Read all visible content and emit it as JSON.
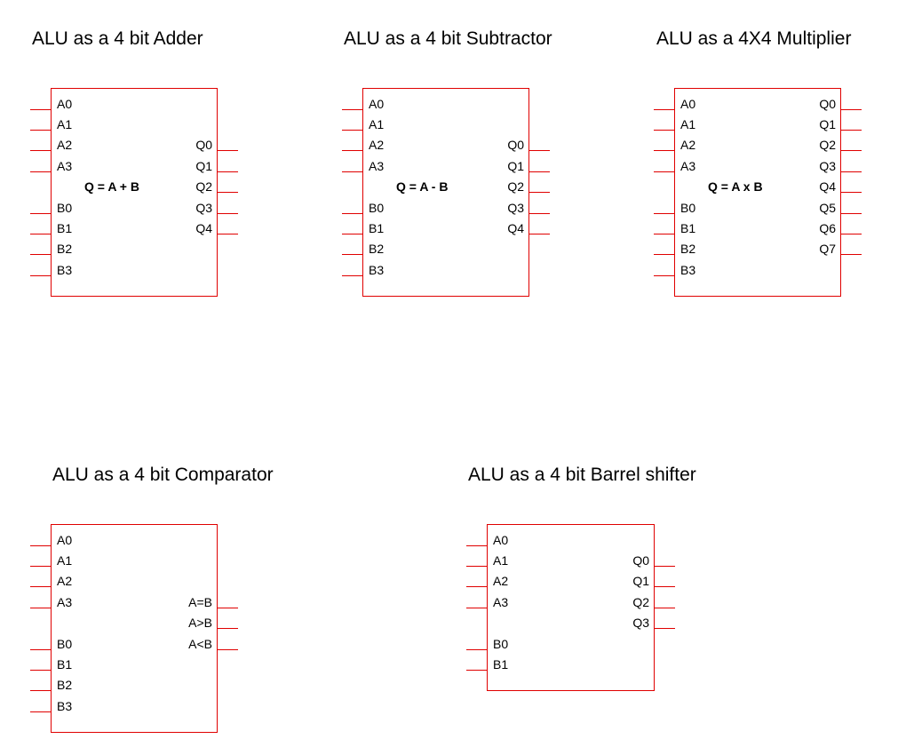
{
  "diagram": {
    "pin_color": "#e00000",
    "blocks": [
      {
        "id": "adder",
        "title": "ALU as a 4 bit Adder",
        "function": "Q = A + B",
        "inputs": [
          {
            "label": "A0",
            "slot": 0
          },
          {
            "label": "A1",
            "slot": 1
          },
          {
            "label": "A2",
            "slot": 2
          },
          {
            "label": "A3",
            "slot": 3
          },
          {
            "label": "B0",
            "slot": 5
          },
          {
            "label": "B1",
            "slot": 6
          },
          {
            "label": "B2",
            "slot": 7
          },
          {
            "label": "B3",
            "slot": 8
          }
        ],
        "outputs": [
          {
            "label": "Q0",
            "slot": 2
          },
          {
            "label": "Q1",
            "slot": 3
          },
          {
            "label": "Q2",
            "slot": 4
          },
          {
            "label": "Q3",
            "slot": 5
          },
          {
            "label": "Q4",
            "slot": 6
          }
        ]
      },
      {
        "id": "subtractor",
        "title": "ALU as a 4 bit Subtractor",
        "function": "Q = A - B",
        "inputs": [
          {
            "label": "A0",
            "slot": 0
          },
          {
            "label": "A1",
            "slot": 1
          },
          {
            "label": "A2",
            "slot": 2
          },
          {
            "label": "A3",
            "slot": 3
          },
          {
            "label": "B0",
            "slot": 5
          },
          {
            "label": "B1",
            "slot": 6
          },
          {
            "label": "B2",
            "slot": 7
          },
          {
            "label": "B3",
            "slot": 8
          }
        ],
        "outputs": [
          {
            "label": "Q0",
            "slot": 2
          },
          {
            "label": "Q1",
            "slot": 3
          },
          {
            "label": "Q2",
            "slot": 4
          },
          {
            "label": "Q3",
            "slot": 5
          },
          {
            "label": "Q4",
            "slot": 6
          }
        ]
      },
      {
        "id": "multiplier",
        "title": "ALU as a 4X4 Multiplier",
        "function": "Q = A x B",
        "inputs": [
          {
            "label": "A0",
            "slot": 0
          },
          {
            "label": "A1",
            "slot": 1
          },
          {
            "label": "A2",
            "slot": 2
          },
          {
            "label": "A3",
            "slot": 3
          },
          {
            "label": "B0",
            "slot": 5
          },
          {
            "label": "B1",
            "slot": 6
          },
          {
            "label": "B2",
            "slot": 7
          },
          {
            "label": "B3",
            "slot": 8
          }
        ],
        "outputs": [
          {
            "label": "Q0",
            "slot": 0
          },
          {
            "label": "Q1",
            "slot": 1
          },
          {
            "label": "Q2",
            "slot": 2
          },
          {
            "label": "Q3",
            "slot": 3
          },
          {
            "label": "Q4",
            "slot": 4
          },
          {
            "label": "Q5",
            "slot": 5
          },
          {
            "label": "Q6",
            "slot": 6
          },
          {
            "label": "Q7",
            "slot": 7
          }
        ]
      },
      {
        "id": "comparator",
        "title": "ALU as a 4 bit Comparator",
        "function": "",
        "inputs": [
          {
            "label": "A0",
            "slot": 0
          },
          {
            "label": "A1",
            "slot": 1
          },
          {
            "label": "A2",
            "slot": 2
          },
          {
            "label": "A3",
            "slot": 3
          },
          {
            "label": "B0",
            "slot": 5
          },
          {
            "label": "B1",
            "slot": 6
          },
          {
            "label": "B2",
            "slot": 7
          },
          {
            "label": "B3",
            "slot": 8
          }
        ],
        "outputs": [
          {
            "label": "A=B",
            "slot": 3
          },
          {
            "label": "A>B",
            "slot": 4
          },
          {
            "label": "A<B",
            "slot": 5
          }
        ]
      },
      {
        "id": "barrel-shifter",
        "title": "ALU as a 4 bit Barrel shifter",
        "function": "",
        "inputs": [
          {
            "label": "A0",
            "slot": 0
          },
          {
            "label": "A1",
            "slot": 1
          },
          {
            "label": "A2",
            "slot": 2
          },
          {
            "label": "A3",
            "slot": 3
          },
          {
            "label": "B0",
            "slot": 5
          },
          {
            "label": "B1",
            "slot": 6
          }
        ],
        "outputs": [
          {
            "label": "Q0",
            "slot": 1
          },
          {
            "label": "Q1",
            "slot": 2
          },
          {
            "label": "Q2",
            "slot": 3
          },
          {
            "label": "Q3",
            "slot": 4
          }
        ]
      }
    ]
  }
}
